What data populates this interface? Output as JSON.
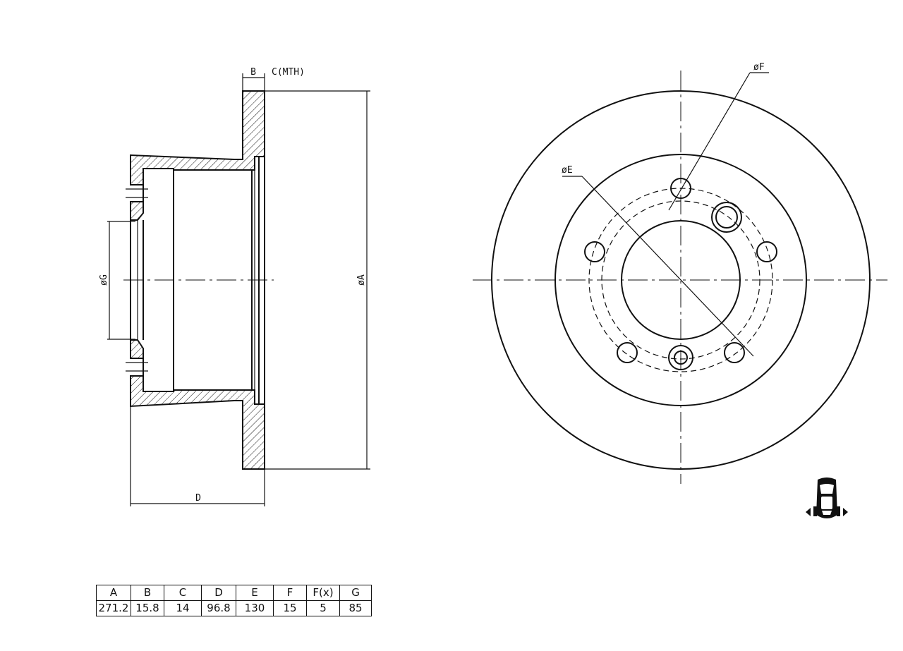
{
  "labels": {
    "b": "B",
    "c_mth": "C(MTH)",
    "d": "D",
    "dia_g": "øG",
    "dia_a": "øA",
    "dia_f": "øF",
    "dia_e": "øE"
  },
  "spec_table": {
    "headers": [
      "A",
      "B",
      "C",
      "D",
      "E",
      "F",
      "F(x)",
      "G"
    ],
    "values": [
      "271.2",
      "15.8",
      "14",
      "96.8",
      "130",
      "15",
      "5",
      "85"
    ]
  },
  "icons": {
    "position": "rear-axle-car-icon"
  }
}
